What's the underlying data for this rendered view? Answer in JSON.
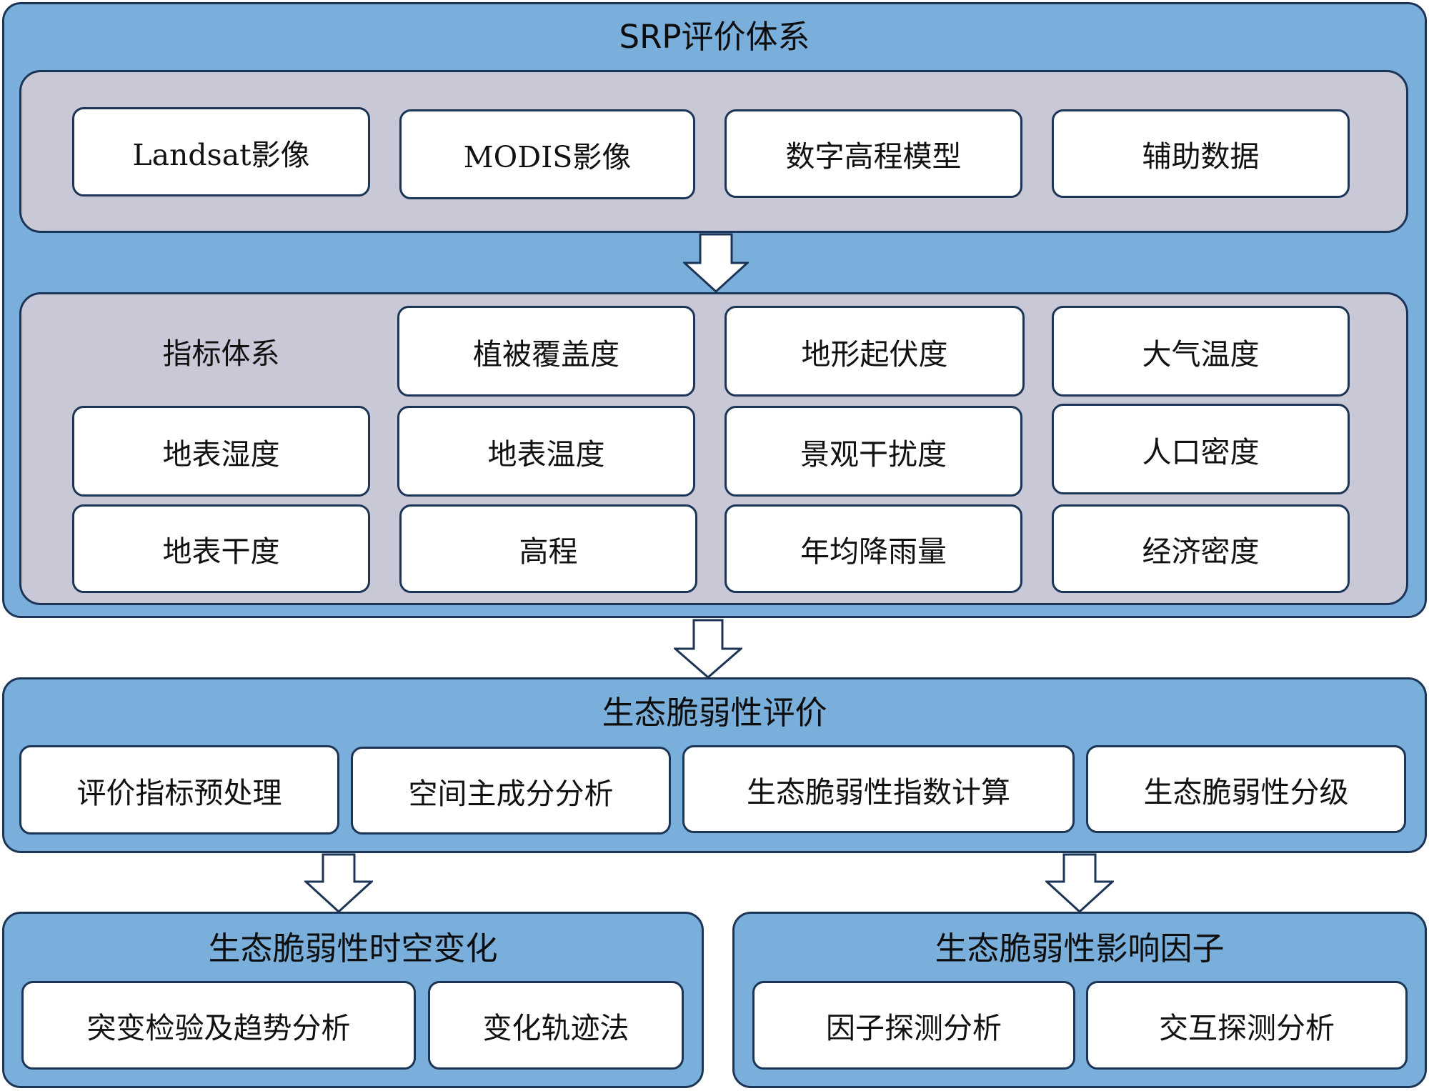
{
  "srp": {
    "title": "SRP评价体系",
    "data_sources": [
      "Landsat影像",
      "MODIS影像",
      "数字高程模型",
      "辅助数据"
    ],
    "index_label": "指标体系",
    "indicators": [
      "植被覆盖度",
      "地形起伏度",
      "大气温度",
      "地表湿度",
      "地表温度",
      "景观干扰度",
      "人口密度",
      "地表干度",
      "高程",
      "年均降雨量",
      "经济密度"
    ]
  },
  "evaluation": {
    "title": "生态脆弱性评价",
    "steps": [
      "评价指标预处理",
      "空间主成分分析",
      "生态脆弱性指数计算",
      "生态脆弱性分级"
    ]
  },
  "change": {
    "title": "生态脆弱性时空变化",
    "methods": [
      "突变检验及趋势分析",
      "变化轨迹法"
    ]
  },
  "factors": {
    "title": "生态脆弱性影响因子",
    "methods": [
      "因子探测分析",
      "交互探测分析"
    ]
  },
  "colors": {
    "panel": "#7aafdc",
    "inner": "#c8c8d6",
    "border": "#1c3556",
    "box": "#ffffff"
  }
}
